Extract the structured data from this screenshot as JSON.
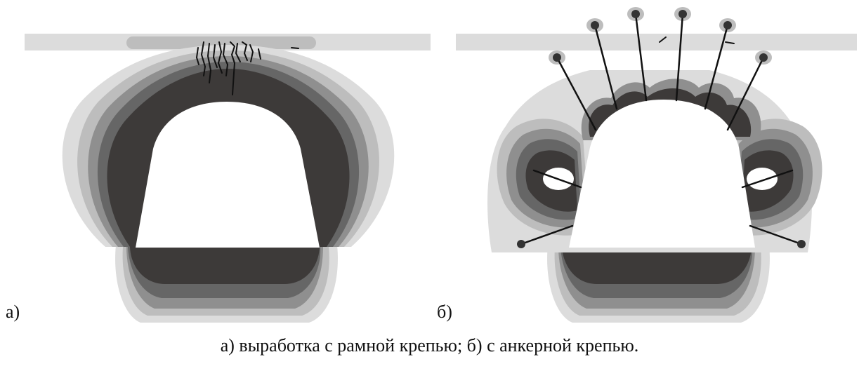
{
  "panels": [
    {
      "letter": "а)",
      "support": "frame"
    },
    {
      "letter": "б)",
      "support": "anchor"
    }
  ],
  "caption": "а) выработка с рамной крепью; б) с анкерной крепью.",
  "colors": {
    "zone_light": "#dcdcdc",
    "zone_mid_light": "#bdbdbd",
    "zone_mid": "#8f8f8f",
    "zone_mid_dark": "#666666",
    "zone_dark": "#3d3a39",
    "opening": "#ffffff",
    "crack": "#111111",
    "anchor": "#111111"
  }
}
